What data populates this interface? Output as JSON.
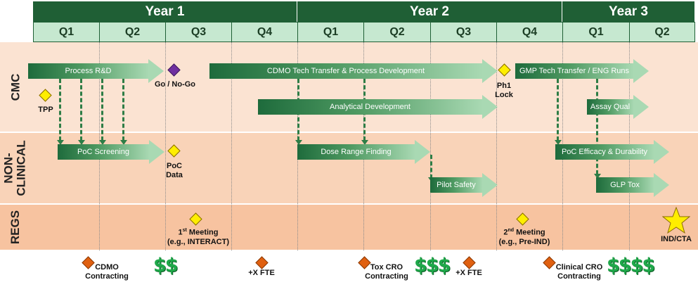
{
  "header": {
    "years": [
      "Year 1",
      "Year 2",
      "Year 3"
    ],
    "quarters": [
      "Q1",
      "Q2",
      "Q3",
      "Q4",
      "Q1",
      "Q2",
      "Q3",
      "Q4",
      "Q1",
      "Q2"
    ]
  },
  "rows": {
    "cmc": "CMC",
    "nonclinical": "NON-CLINICAL",
    "regs": "REGS"
  },
  "activities": {
    "process_rd": "Process R&D",
    "cdmo_tech": "CDMO Tech Transfer & Process Development",
    "gmp_tech": "GMP Tech Transfer / ENG Runs",
    "analytical": "Analytical Development",
    "assay_qual": "Assay Qual",
    "poc_screening": "PoC Screening",
    "dose_range": "Dose Range Finding",
    "pilot_safety": "Pilot Safety",
    "poc_efficacy": "PoC Efficacy & Durability",
    "glp_tox": "GLP Tox"
  },
  "milestones": {
    "tpp": "TPP",
    "go_nogo": "Go / No-Go",
    "ph1_lock_1": "Ph1",
    "ph1_lock_2": "Lock",
    "poc_data_1": "PoC",
    "poc_data_2": "Data",
    "meeting1_line1": "Meeting",
    "meeting1_ord": "1",
    "meeting1_sup": "st",
    "meeting1_line2": "(e.g., INTERACT)",
    "meeting2_ord": "2",
    "meeting2_sup": "nd",
    "meeting2_line1": "Meeting",
    "meeting2_line2": "(e.g., Pre-IND)",
    "ind_cta": "IND/CTA"
  },
  "contracting": {
    "cdmo_1": "CDMO",
    "cdmo_2": "Contracting",
    "money1": "$$",
    "fte1": "+X FTE",
    "tox_1": "Tox CRO",
    "tox_2": "Contracting",
    "money2": "$$$",
    "fte2": "+X FTE",
    "clin_1": "Clinical CRO",
    "clin_2": "Contracting",
    "money3": "$$$$"
  },
  "colors": {
    "header_dark_green": "#1f5f35",
    "quarter_light_green": "#c6e8d0",
    "cmc_band": "#fbe3d2",
    "nonclinical_band": "#f9d3b8",
    "regs_band": "#f7c3a0",
    "milestone_yellow": "#ffee00",
    "decision_purple": "#7030a0",
    "contract_orange": "#e06010",
    "money_green": "#1fa84a"
  }
}
